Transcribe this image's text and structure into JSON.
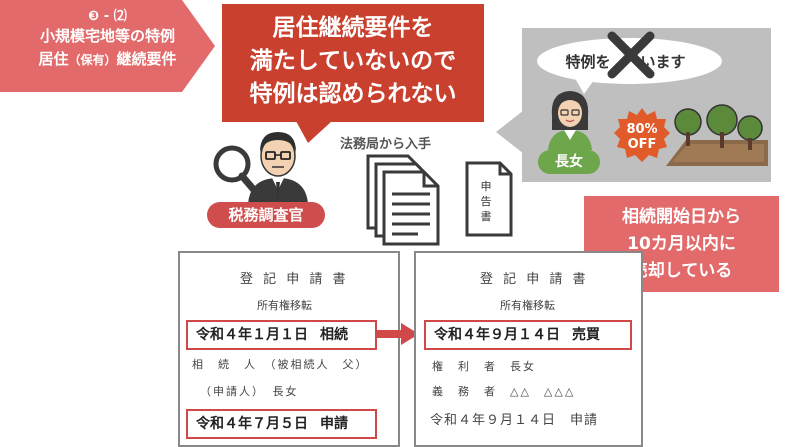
{
  "section_tag": {
    "number": "❸ - ⑵",
    "line1": "小規模宅地等の特例",
    "line2_main": "居住",
    "line2_small": "（保有）",
    "line2_rest": "継続要件"
  },
  "headline": {
    "line1": "居住継続要件を",
    "line2": "満たしていないので",
    "line3": "特例は認められない"
  },
  "scene": {
    "speech": "特例を　　います",
    "badge_percent": "80%",
    "badge_off": "OFF",
    "daughter_label": "長女"
  },
  "investigator_label": "税務調査官",
  "source_label": "法務局から入手",
  "tax_return_label": [
    "申",
    "告",
    "書"
  ],
  "callout": {
    "line1": "相続開始日から",
    "line2": "10カ月以内に",
    "line3": "売却している"
  },
  "doc1": {
    "title": "登 記 申 請 書",
    "subtitle": "所有権移転",
    "highlight1_date": "令和４年１月１日",
    "highlight1_cause": "相続",
    "row1": "相　続　人　（被相続人　父）",
    "row2": "（申請人）　長女",
    "highlight2_date": "令和４年７月５日",
    "highlight2_cause": "申請"
  },
  "doc2": {
    "title": "登 記 申 請 書",
    "subtitle": "所有権移転",
    "highlight_date": "令和４年９月１４日",
    "highlight_cause": "売買",
    "row1": "権　利　者　長女",
    "row2": "義　務　者　△△　△△△",
    "footer_date": "令和４年９月１４日",
    "footer_cause": "申請"
  },
  "colors": {
    "tag": "#e26a6a",
    "headline": "#c9402e",
    "scene": "#bfbfbf",
    "badge": "#e05a2a",
    "daughter": "#6ea64b",
    "highlight_border": "#d04848"
  }
}
